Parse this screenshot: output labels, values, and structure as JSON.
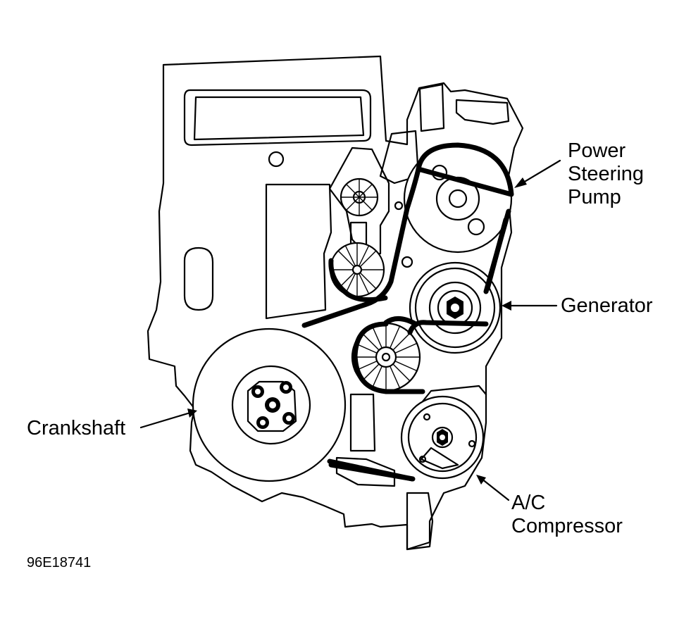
{
  "figure_id": "96E18741",
  "labels": {
    "power_steering": [
      "Power",
      "Steering",
      "Pump"
    ],
    "generator": "Generator",
    "crankshaft": "Crankshaft",
    "ac_compressor": [
      "A/C",
      "Compressor"
    ]
  },
  "components": [
    {
      "name": "Power Steering Pump"
    },
    {
      "name": "Generator"
    },
    {
      "name": "Crankshaft"
    },
    {
      "name": "A/C Compressor"
    }
  ]
}
